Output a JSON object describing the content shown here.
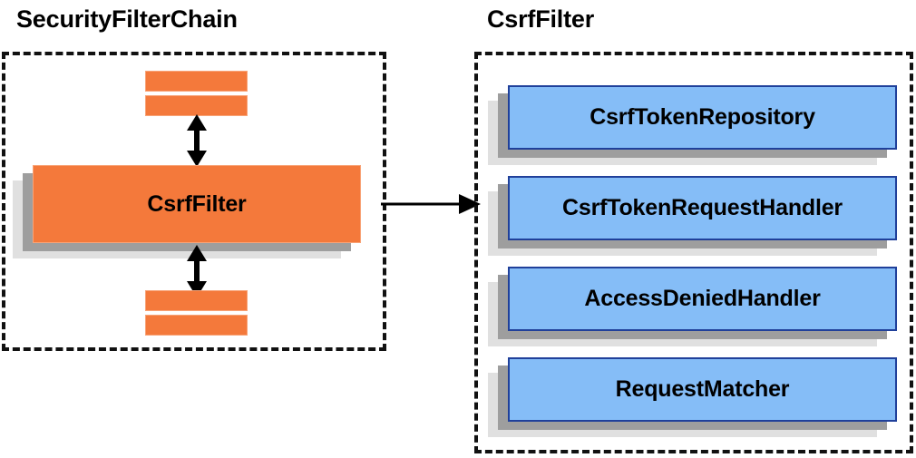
{
  "diagram": {
    "title_left": "SecurityFilterChain",
    "title_right": "CsrfFilter",
    "colors": {
      "orange_fill": "#f4793b",
      "orange_border": "#f8a377",
      "blue_fill": "#85bdf7",
      "blue_border": "#20409a",
      "shadow_dark": "#9e9e9e",
      "shadow_light": "#e0e0e0",
      "panel_border": "#111111",
      "text": "#000000",
      "background": "#ffffff"
    }
  },
  "left_panel": {
    "title": "SecurityFilterChain",
    "main_box": {
      "label": "CsrfFilter"
    },
    "filters_above": [
      {
        "label": ""
      },
      {
        "label": ""
      }
    ],
    "filters_below": [
      {
        "label": ""
      },
      {
        "label": ""
      }
    ],
    "arrow_up": {
      "name": "bidirectional-arrow-up"
    },
    "arrow_down": {
      "name": "bidirectional-arrow-down"
    }
  },
  "right_panel": {
    "title": "CsrfFilter",
    "components": [
      {
        "label": "CsrfTokenRepository"
      },
      {
        "label": "CsrfTokenRequestHandler"
      },
      {
        "label": "AccessDeniedHandler"
      },
      {
        "label": "RequestMatcher"
      }
    ]
  },
  "connector": {
    "name": "csrffilter-to-detail-arrow",
    "direction": "right"
  }
}
